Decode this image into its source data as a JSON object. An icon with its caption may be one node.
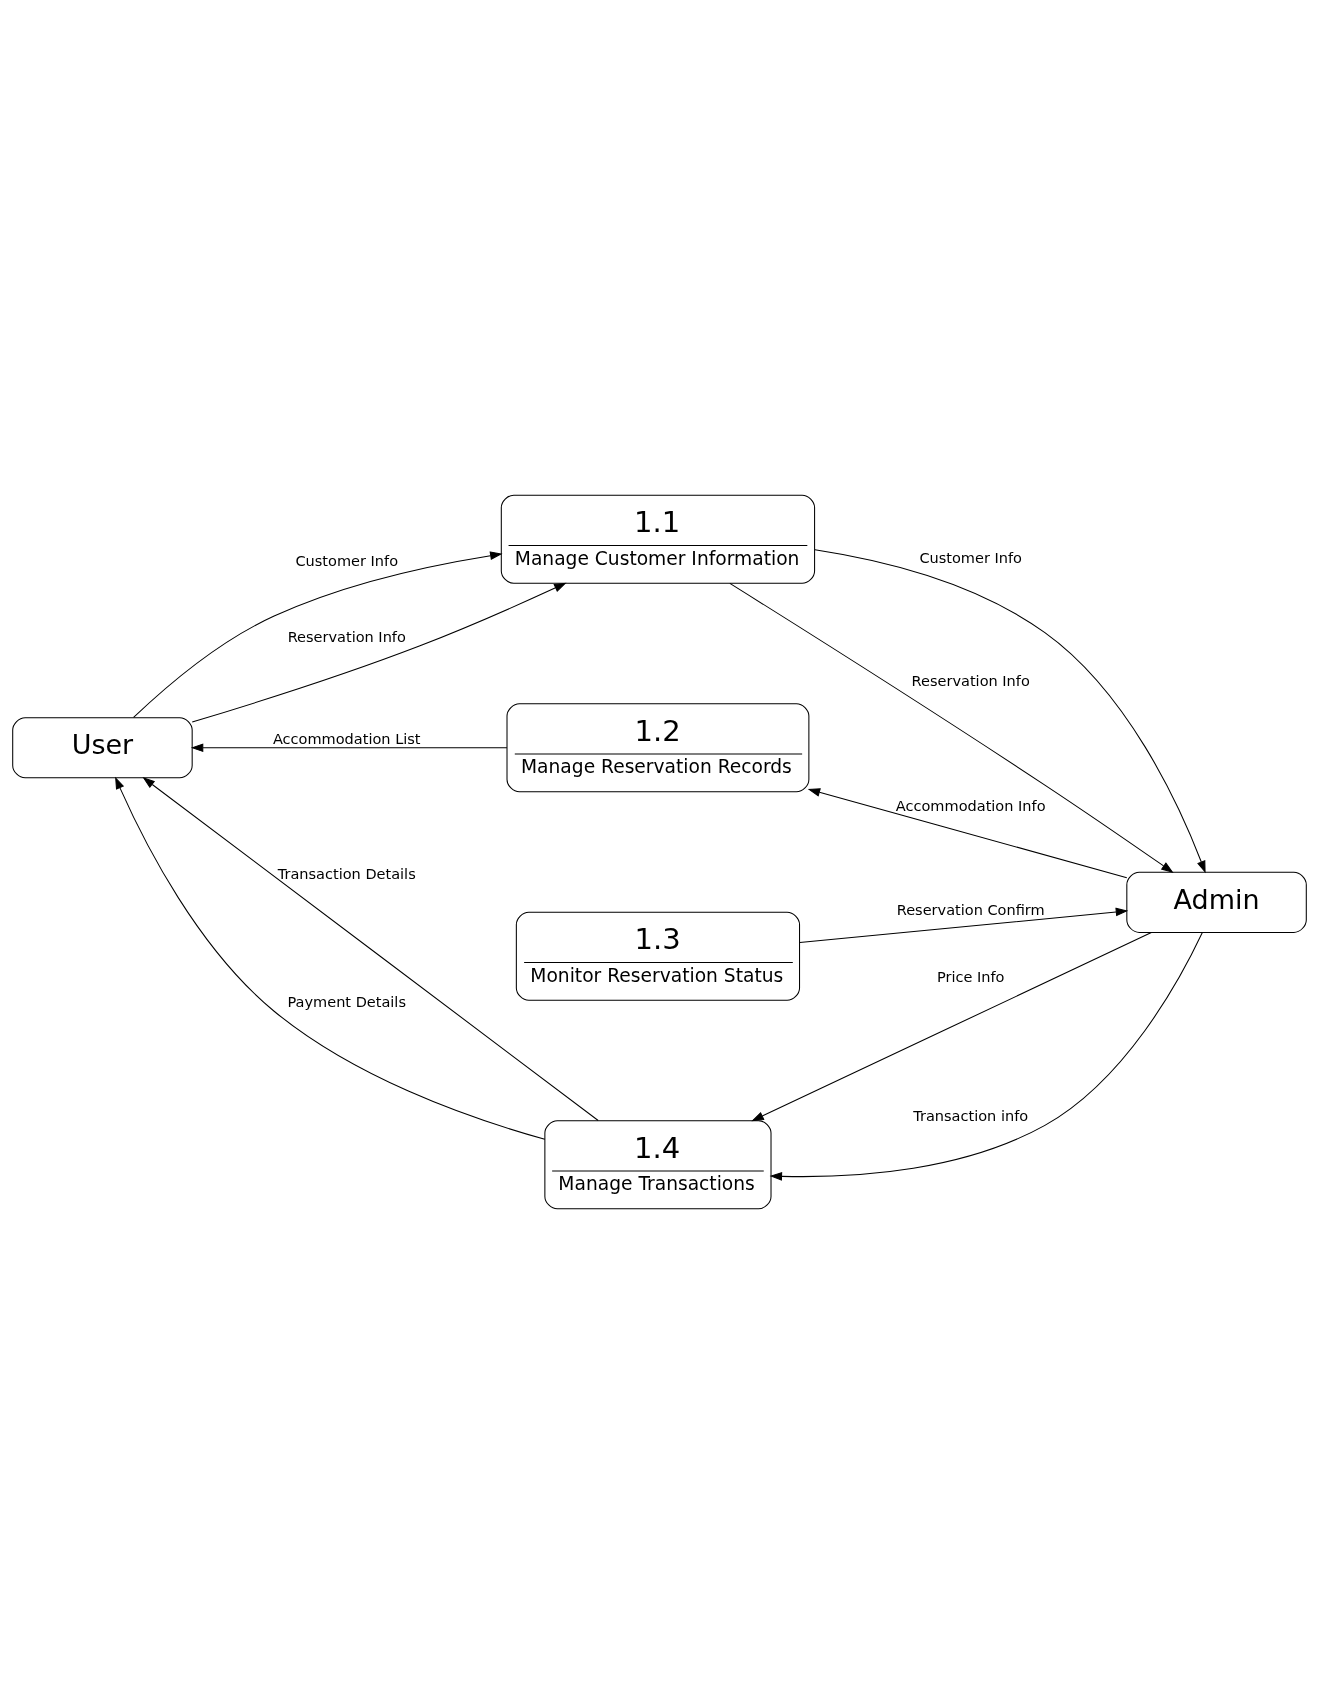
{
  "diagram": {
    "nodes": [
      {
        "text": [
          "1.1",
          "Manage Customer Information"
        ]
      },
      {
        "text": [
          "1.2",
          "Manage Reservation Records"
        ]
      },
      {
        "text": [
          "1.3",
          "Monitor Reservation Status"
        ]
      },
      {
        "text": [
          "1.4",
          "Manage Transactions"
        ]
      },
      {
        "text": [
          "User"
        ]
      },
      {
        "text": [
          "Admin"
        ]
      }
    ],
    "edges": [
      {
        "from": 4,
        "to": 0,
        "arrow": "to",
        "label": "Customer Info"
      },
      {
        "from": 4,
        "to": 0,
        "arrow": "to",
        "label": "Reservation Info"
      },
      {
        "from": 0,
        "to": 5,
        "arrow": "to",
        "label": "Customer Info"
      },
      {
        "from": 0,
        "to": 5,
        "arrow": "to",
        "label": "Reservation Info"
      },
      {
        "from": 5,
        "to": 1,
        "arrow": "to",
        "label": "Accommodation Info"
      },
      {
        "from": 1,
        "to": 4,
        "arrow": "to",
        "label": "Accommodation List"
      },
      {
        "from": 2,
        "to": 5,
        "arrow": "to",
        "label": "Reservation Confirm"
      },
      {
        "from": 5,
        "to": 3,
        "arrow": "to",
        "label": "Transaction info"
      },
      {
        "from": 5,
        "to": 3,
        "arrow": "to",
        "label": "Price Info"
      },
      {
        "from": 3,
        "to": 4,
        "arrow": "to",
        "label": "Transaction Details"
      },
      {
        "from": 3,
        "to": 4,
        "arrow": "to",
        "label": "Payment Details"
      }
    ]
  }
}
